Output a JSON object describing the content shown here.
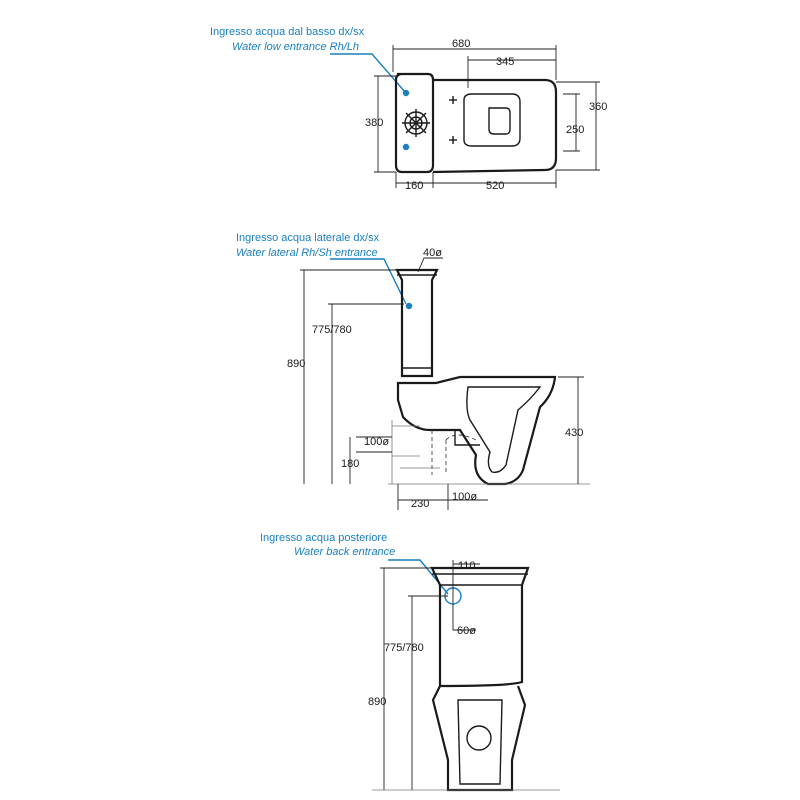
{
  "top_view": {
    "note_it": "Ingresso acqua dal basso dx/sx",
    "note_en": "Water low entrance Rh/Lh",
    "dim_total_length": "680",
    "dim_center_345": "345",
    "dim_depth": "380",
    "dim_width": "360",
    "dim_250": "250",
    "dim_160": "160",
    "dim_520": "520"
  },
  "side_view": {
    "note_it": "Ingresso acqua laterale dx/sx",
    "note_en": "Water lateral Rh/Sh entrance",
    "dim_40": "40ø",
    "dim_775_780": "775/780",
    "dim_890": "890",
    "dim_100_upper": "100ø",
    "dim_180": "180",
    "dim_430": "430",
    "dim_230": "230",
    "dim_100_lower": "100ø"
  },
  "back_view": {
    "note_it": "Ingresso acqua posteriore",
    "note_en": "Water back entrance",
    "dim_110": "110",
    "dim_60": "60ø",
    "dim_775_780": "775/780",
    "dim_890": "890"
  },
  "colors": {
    "line": "#1a1a1a",
    "accent": "#1a7fc1"
  }
}
